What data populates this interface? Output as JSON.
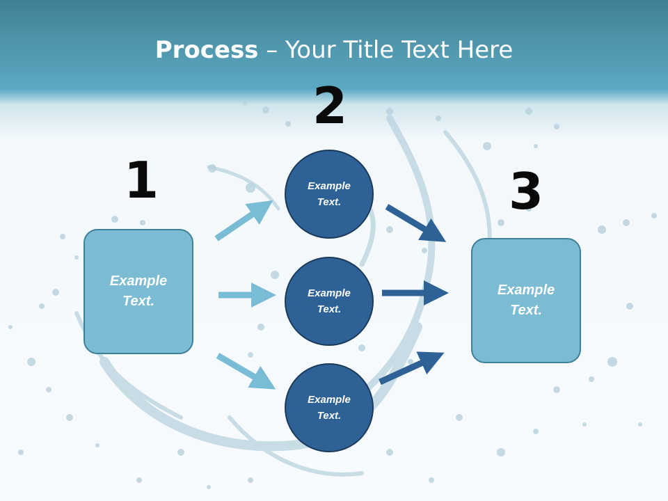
{
  "title": {
    "bold": "Process",
    "rest": " – Your Title Text Here"
  },
  "steps": {
    "one": "1",
    "two": "2",
    "three": "3"
  },
  "left_box": {
    "text": "Example\nText."
  },
  "right_box": {
    "text": "Example\nText."
  },
  "circles": [
    {
      "text": "Example\nText."
    },
    {
      "text": "Example\nText."
    },
    {
      "text": "Example\nText."
    }
  ],
  "colors": {
    "light_arrow": "#79bcd6",
    "dark_arrow": "#2e6296",
    "box_fill": "#7bbcd4",
    "circle_fill": "#2e6296"
  }
}
